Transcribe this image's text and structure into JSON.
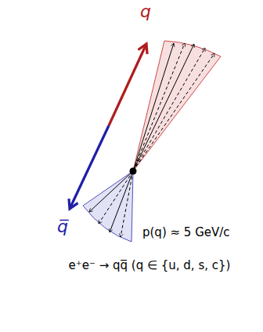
{
  "diagram": {
    "labels": [
      "q",
      "q̅",
      "p(q) ≈ 5 GeV/c",
      "e⁺e⁻ → qq̅ (q ∈ {u, d, s, c})"
    ]
  }
}
